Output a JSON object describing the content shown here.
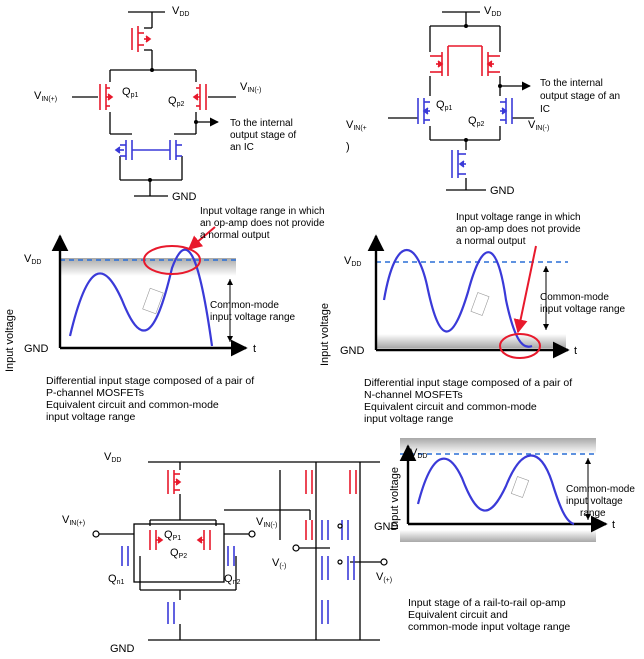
{
  "colors": {
    "pmos": "#e8192c",
    "nmos": "#3a3ad8",
    "wire": "#000000",
    "sine": "#3a3ad8",
    "dashed": "#2a6fd6",
    "band": "#bdbdbd",
    "callout": "#e8192c"
  },
  "labels": {
    "vdd_main": "V",
    "vdd_sub": "DD",
    "gnd": "GND",
    "vin_plus_main": "V",
    "vin_plus_sub": "IN(+)",
    "vin_minus_main": "V",
    "vin_minus_sub": "IN(-)",
    "qp1_main": "Q",
    "qp1_sub": "p1",
    "qp2_main": "Q",
    "qp2_sub": "p2",
    "qP1_main": "Q",
    "qP1_sub": "P1",
    "qP2_main": "Q",
    "qP2_sub": "P2",
    "qn1_main": "Q",
    "qn1_sub": "n1",
    "qn2_main": "Q",
    "qn2_sub": "n2",
    "vminus_main": "V",
    "vminus_sub": "(-)",
    "vplus_main": "V",
    "vplus_sub": "(+)",
    "vin_plus_split_a": "V",
    "vin_plus_split_b": "IN(+",
    "vin_plus_split_c": ")",
    "to_internal_1": "To the internal",
    "to_internal_2": "output stage of",
    "to_internal_3": "an IC",
    "to_internal_b1": "To the internal",
    "to_internal_b2": "output stage of an",
    "to_internal_b3": "IC",
    "t": "t",
    "input_voltage": "Input voltage",
    "nonnormal_1": "Input voltage range in which",
    "nonnormal_2": "an op-amp does not provide",
    "nonnormal_3": "a normal output",
    "cm_1": "Common-mode",
    "cm_2": "input voltage range",
    "cm_b2": "input voltage",
    "cm_b3": "range"
  },
  "captions": {
    "pch": [
      "Differential input stage composed of a pair of",
      "P-channel MOSFETs",
      "Equivalent circuit and common-mode",
      "input voltage range"
    ],
    "nch": [
      "Differential input stage composed of a pair of",
      "N-channel MOSFETs",
      "Equivalent circuit and common-mode",
      "input voltage range"
    ],
    "rr": [
      "Input stage of a rail-to-rail op-amp",
      "Equivalent circuit and",
      "common-mode input voltage range"
    ]
  }
}
